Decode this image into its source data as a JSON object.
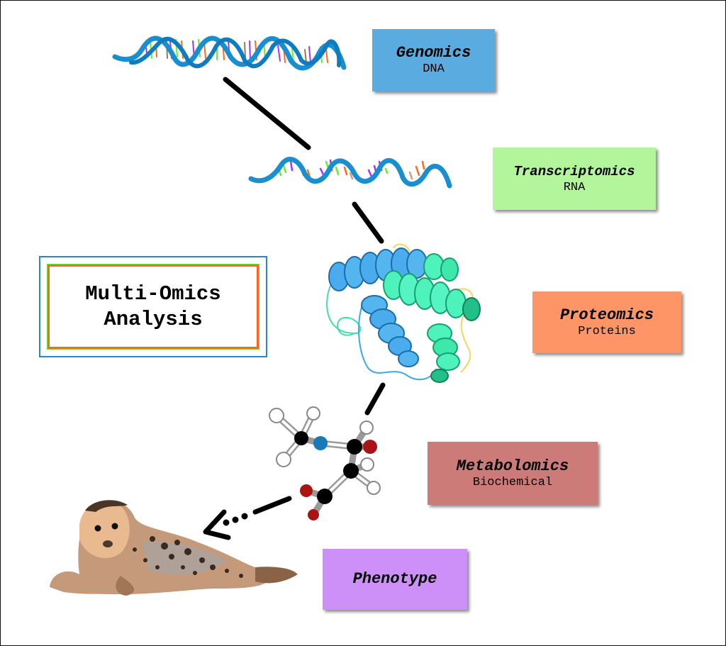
{
  "diagram": {
    "title_lines": [
      "Multi-Omics",
      "Analysis"
    ],
    "layers": [
      {
        "id": "genomics",
        "title": "Genomics",
        "subtitle": "DNA",
        "color": "#5aace0",
        "illustration": "dna-double-helix"
      },
      {
        "id": "transcriptomics",
        "title": "Transcriptomics",
        "subtitle": "RNA",
        "color": "#b2f59a",
        "illustration": "rna-strand"
      },
      {
        "id": "proteomics",
        "title": "Proteomics",
        "subtitle": "Proteins",
        "color": "#fd9566",
        "illustration": "protein-ribbon"
      },
      {
        "id": "metabolomics",
        "title": "Metabolomics",
        "subtitle": "Biochemical",
        "color": "#cd7b78",
        "illustration": "molecule-ball-stick"
      },
      {
        "id": "phenotype",
        "title": "Phenotype",
        "subtitle": "",
        "color": "#cc90f8",
        "illustration": "harbor-seal"
      }
    ],
    "frame_colors": {
      "outer": "#2a86c9",
      "middle": "#66ee33",
      "inner": "#ff6622"
    },
    "connector_color": "#000000"
  }
}
